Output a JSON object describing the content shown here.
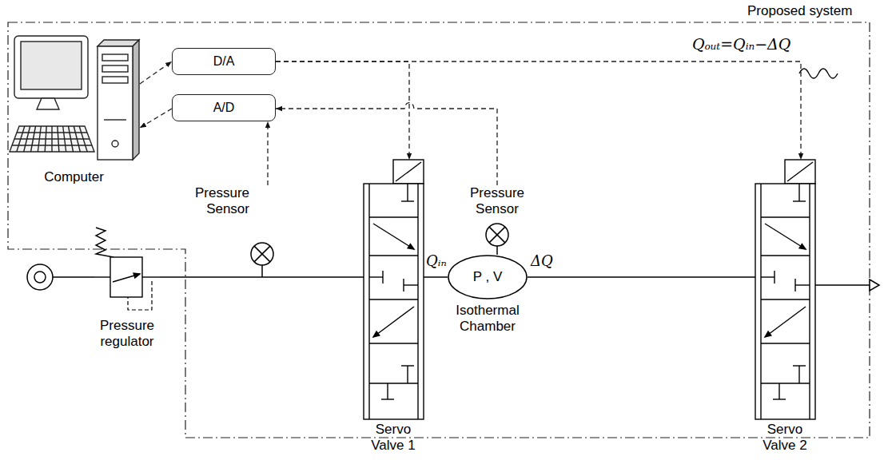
{
  "diagram": {
    "nodes": [
      {
        "text": [
          "Computer"
        ]
      },
      {
        "text": [
          "D/A"
        ]
      },
      {
        "text": [
          "A/D"
        ]
      },
      {
        "text": [
          "Pressure Sensor"
        ]
      },
      {
        "text": [
          "Servo Valve 1"
        ]
      },
      {
        "text": [
          "P , V",
          "Isothermal Chamber"
        ]
      },
      {
        "text": [
          "Pressure Sensor"
        ]
      },
      {
        "text": [
          "Servo Valve 2"
        ]
      },
      {
        "text": [
          "Pressure regulator"
        ]
      }
    ],
    "edges": [
      {
        "from": 0,
        "to": 1,
        "arrow": "to"
      },
      {
        "from": 2,
        "to": 0,
        "arrow": "to"
      },
      {
        "from": 1,
        "to": 4,
        "arrow": "to"
      },
      {
        "from": 1,
        "to": 7,
        "arrow": "to"
      },
      {
        "from": 3,
        "to": 2,
        "arrow": "to"
      },
      {
        "from": 6,
        "to": 2,
        "arrow": "to"
      },
      {
        "from": 8,
        "to": 4,
        "arrow": "none"
      },
      {
        "from": 4,
        "to": 5,
        "arrow": "none"
      },
      {
        "from": 6,
        "to": 5,
        "arrow": "none"
      },
      {
        "from": 5,
        "to": 7,
        "arrow": "none"
      }
    ],
    "labels": [
      "Proposed system",
      "Qᵢₙ",
      "ΔQ",
      "Qₒᵤₜ=Qᵢₙ−ΔQ"
    ]
  }
}
